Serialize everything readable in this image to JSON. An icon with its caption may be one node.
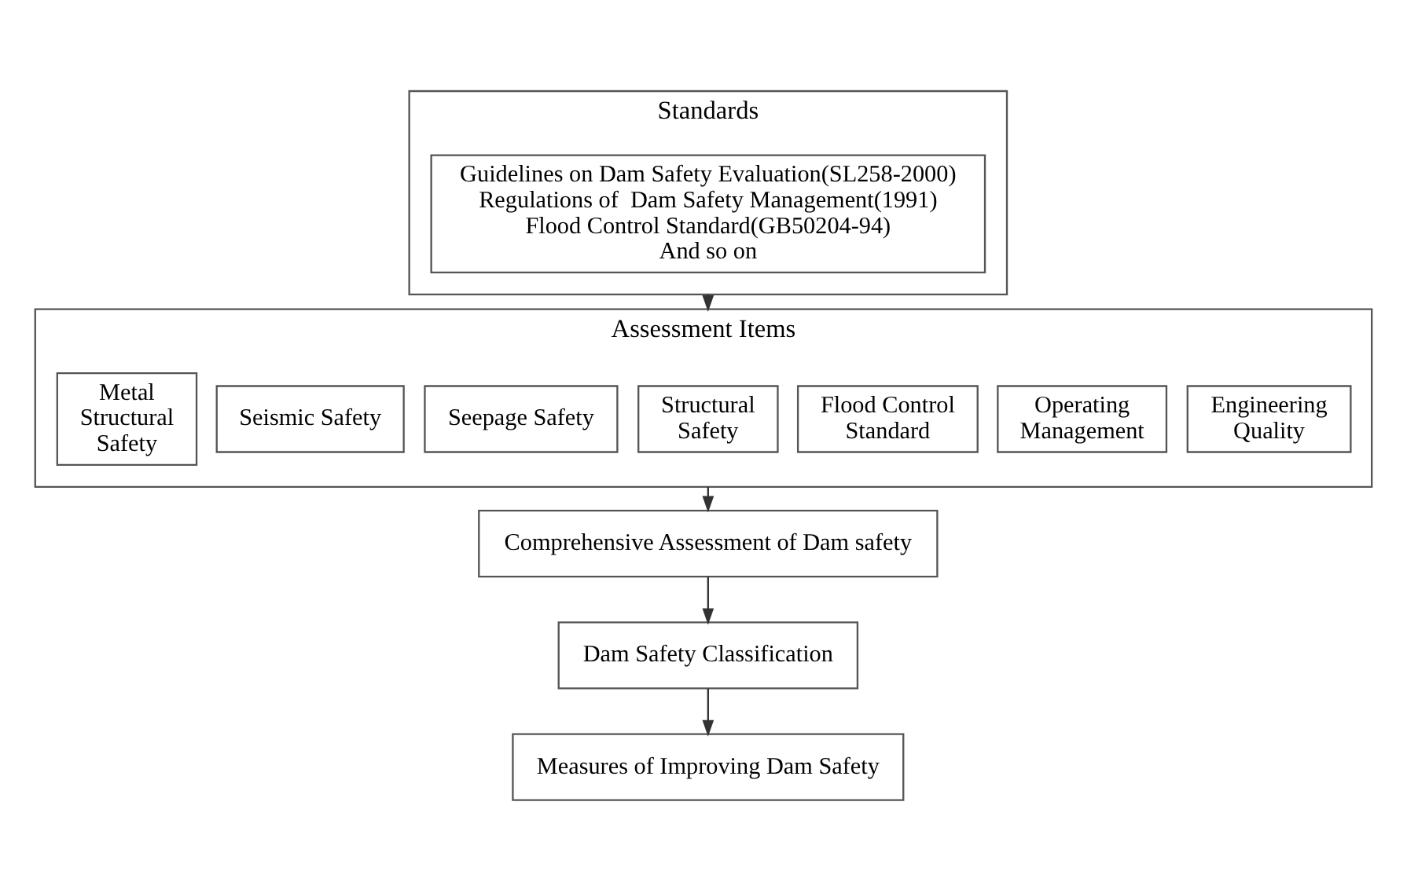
{
  "diagram": {
    "nodes": [
      {
        "text": [
          "Standards"
        ]
      },
      {
        "text": [
          "Guidelines on Dam Safety Evaluation(SL258-2000)",
          "Regulations of  Dam Safety Management(1991)",
          "Flood Control Standard(GB50204-94)",
          "And so on"
        ],
        "in": 0
      },
      {
        "text": [
          "Assessment Items"
        ]
      },
      {
        "text": [
          "Engineering Quality"
        ],
        "in": 2
      },
      {
        "text": [
          "Operating Management"
        ],
        "in": 2
      },
      {
        "text": [
          "Flood Control Standard"
        ],
        "in": 2
      },
      {
        "text": [
          "Structural Safety"
        ],
        "in": 2
      },
      {
        "text": [
          "Seepage Safety"
        ],
        "in": 2
      },
      {
        "text": [
          "Seismic Safety"
        ],
        "in": 2
      },
      {
        "text": [
          "Metal Structural Safety"
        ],
        "in": 2
      },
      {
        "text": [
          "Comprehensive Assessment of Dam safety"
        ]
      },
      {
        "text": [
          "Dam Safety Classification"
        ]
      },
      {
        "text": [
          "Measures of Improving Dam Safety"
        ]
      }
    ],
    "edges": [
      {
        "from": 0,
        "to": 2,
        "arrow": "to"
      },
      {
        "from": 2,
        "to": 10,
        "arrow": "to"
      },
      {
        "from": 10,
        "to": 11,
        "arrow": "to"
      },
      {
        "from": 11,
        "to": 12,
        "arrow": "to"
      }
    ]
  }
}
